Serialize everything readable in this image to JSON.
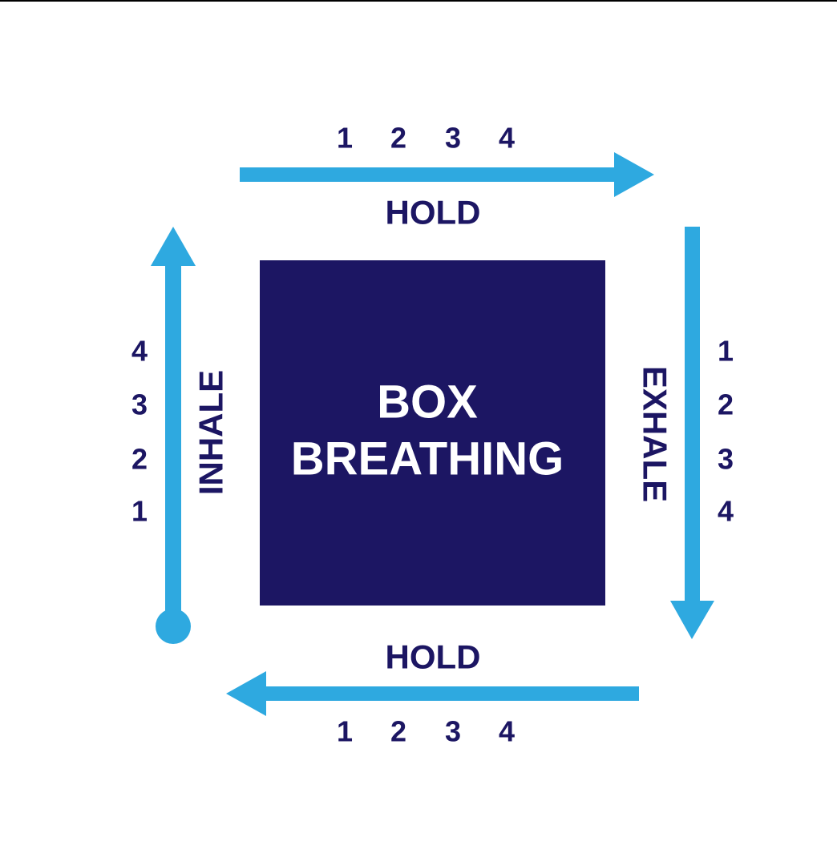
{
  "title": {
    "line1": "BOX",
    "line2": "BREATHING"
  },
  "sides": {
    "top": {
      "label": "HOLD",
      "counts": [
        "1",
        "2",
        "3",
        "4"
      ]
    },
    "right": {
      "label": "EXHALE",
      "counts": [
        "1",
        "2",
        "3",
        "4"
      ]
    },
    "bottom": {
      "label": "HOLD",
      "counts": [
        "1",
        "2",
        "3",
        "4"
      ]
    },
    "left": {
      "label": "INHALE",
      "counts": [
        "4",
        "3",
        "2",
        "1"
      ]
    }
  },
  "colors": {
    "box": "#1c1663",
    "arrow": "#2ea9e0",
    "text": "#1c1663",
    "title_text": "#ffffff"
  }
}
